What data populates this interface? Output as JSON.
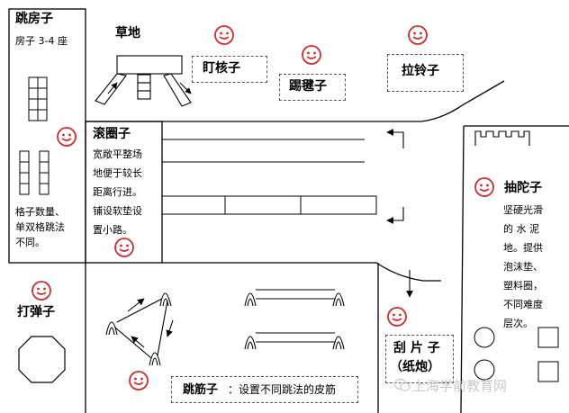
{
  "zones": {
    "tiao_fangzi": {
      "title": "跳房子",
      "subtitle": "房子 3-4 座",
      "notes": [
        "格子数量、",
        "单双格跳法",
        "不同。"
      ]
    },
    "caodi": {
      "title": "草地"
    },
    "ding_hezi": {
      "title": "盯核子"
    },
    "ti_jianzi": {
      "title": "踢毽子"
    },
    "la_lingzi": {
      "title": "拉铃子"
    },
    "gun_quanzi": {
      "title": "滚圈子",
      "notes": [
        "宽敞平整场",
        "地便于较长",
        "距离行进。",
        "铺设软垫设",
        "置小路。"
      ]
    },
    "chou_tuozi": {
      "title": "抽陀子",
      "notes": [
        "坚硬光滑",
        "的 水 泥",
        "地。提供",
        "泡沫垫、",
        "塑料圈，",
        "不同难度",
        "层次。"
      ]
    },
    "da_danzi": {
      "title": "打弹子"
    },
    "gua_pianzi": {
      "title": "刮 片 子",
      "subtitle": "（纸炮）"
    },
    "tiao_jinzi": {
      "title": "跳筋子",
      "note": "：设置不同跳法的皮筋"
    }
  },
  "watermark": {
    "text": "上海学前教育网"
  },
  "colors": {
    "smiley_fill": "#ffffff",
    "smiley_stroke": "#d42a2a",
    "line": "#000000"
  }
}
